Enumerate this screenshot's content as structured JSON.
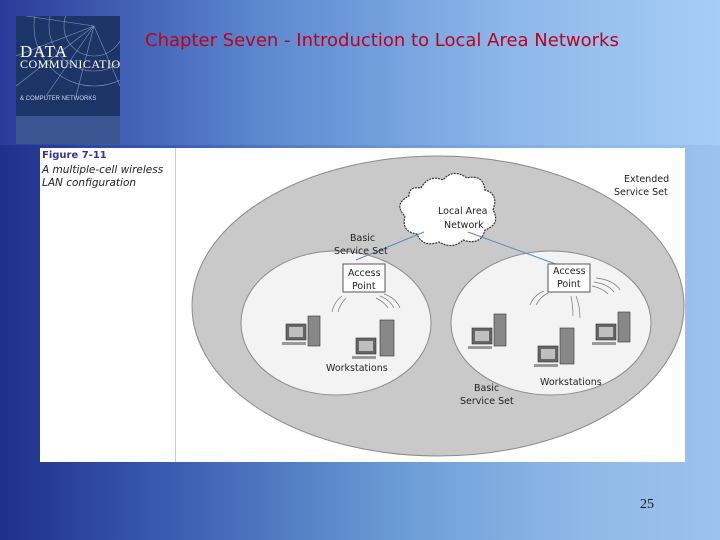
{
  "header": {
    "title": "Chapter Seven - Introduction to Local Area Networks"
  },
  "book_cover": {
    "title_line1": "DATA",
    "title_line2": "COMMUNICATIONS",
    "subtitle": "& COMPUTER NETWORKS"
  },
  "figure": {
    "number": "Figure 7-11",
    "caption": "A multiple-cell wireless LAN configuration",
    "labels": {
      "extended_line1": "Extended",
      "extended_line2": "Service Set",
      "lan_line1": "Local Area",
      "lan_line2": "Network",
      "bss_left_line1": "Basic",
      "bss_left_line2": "Service Set",
      "bss_bottom_line1": "Basic",
      "bss_bottom_line2": "Service Set",
      "ap_left_line1": "Access",
      "ap_left_line2": "Point",
      "ap_right_line1": "Access",
      "ap_right_line2": "Point",
      "workstations_left": "Workstations",
      "workstations_right": "Workstations"
    }
  },
  "footer": {
    "page_number": "25"
  },
  "colors": {
    "title_red": "#c0001a",
    "outer_ellipse": "#c9c9c9",
    "inner_ellipse": "#f3f3f3",
    "figure_number": "#333399"
  }
}
